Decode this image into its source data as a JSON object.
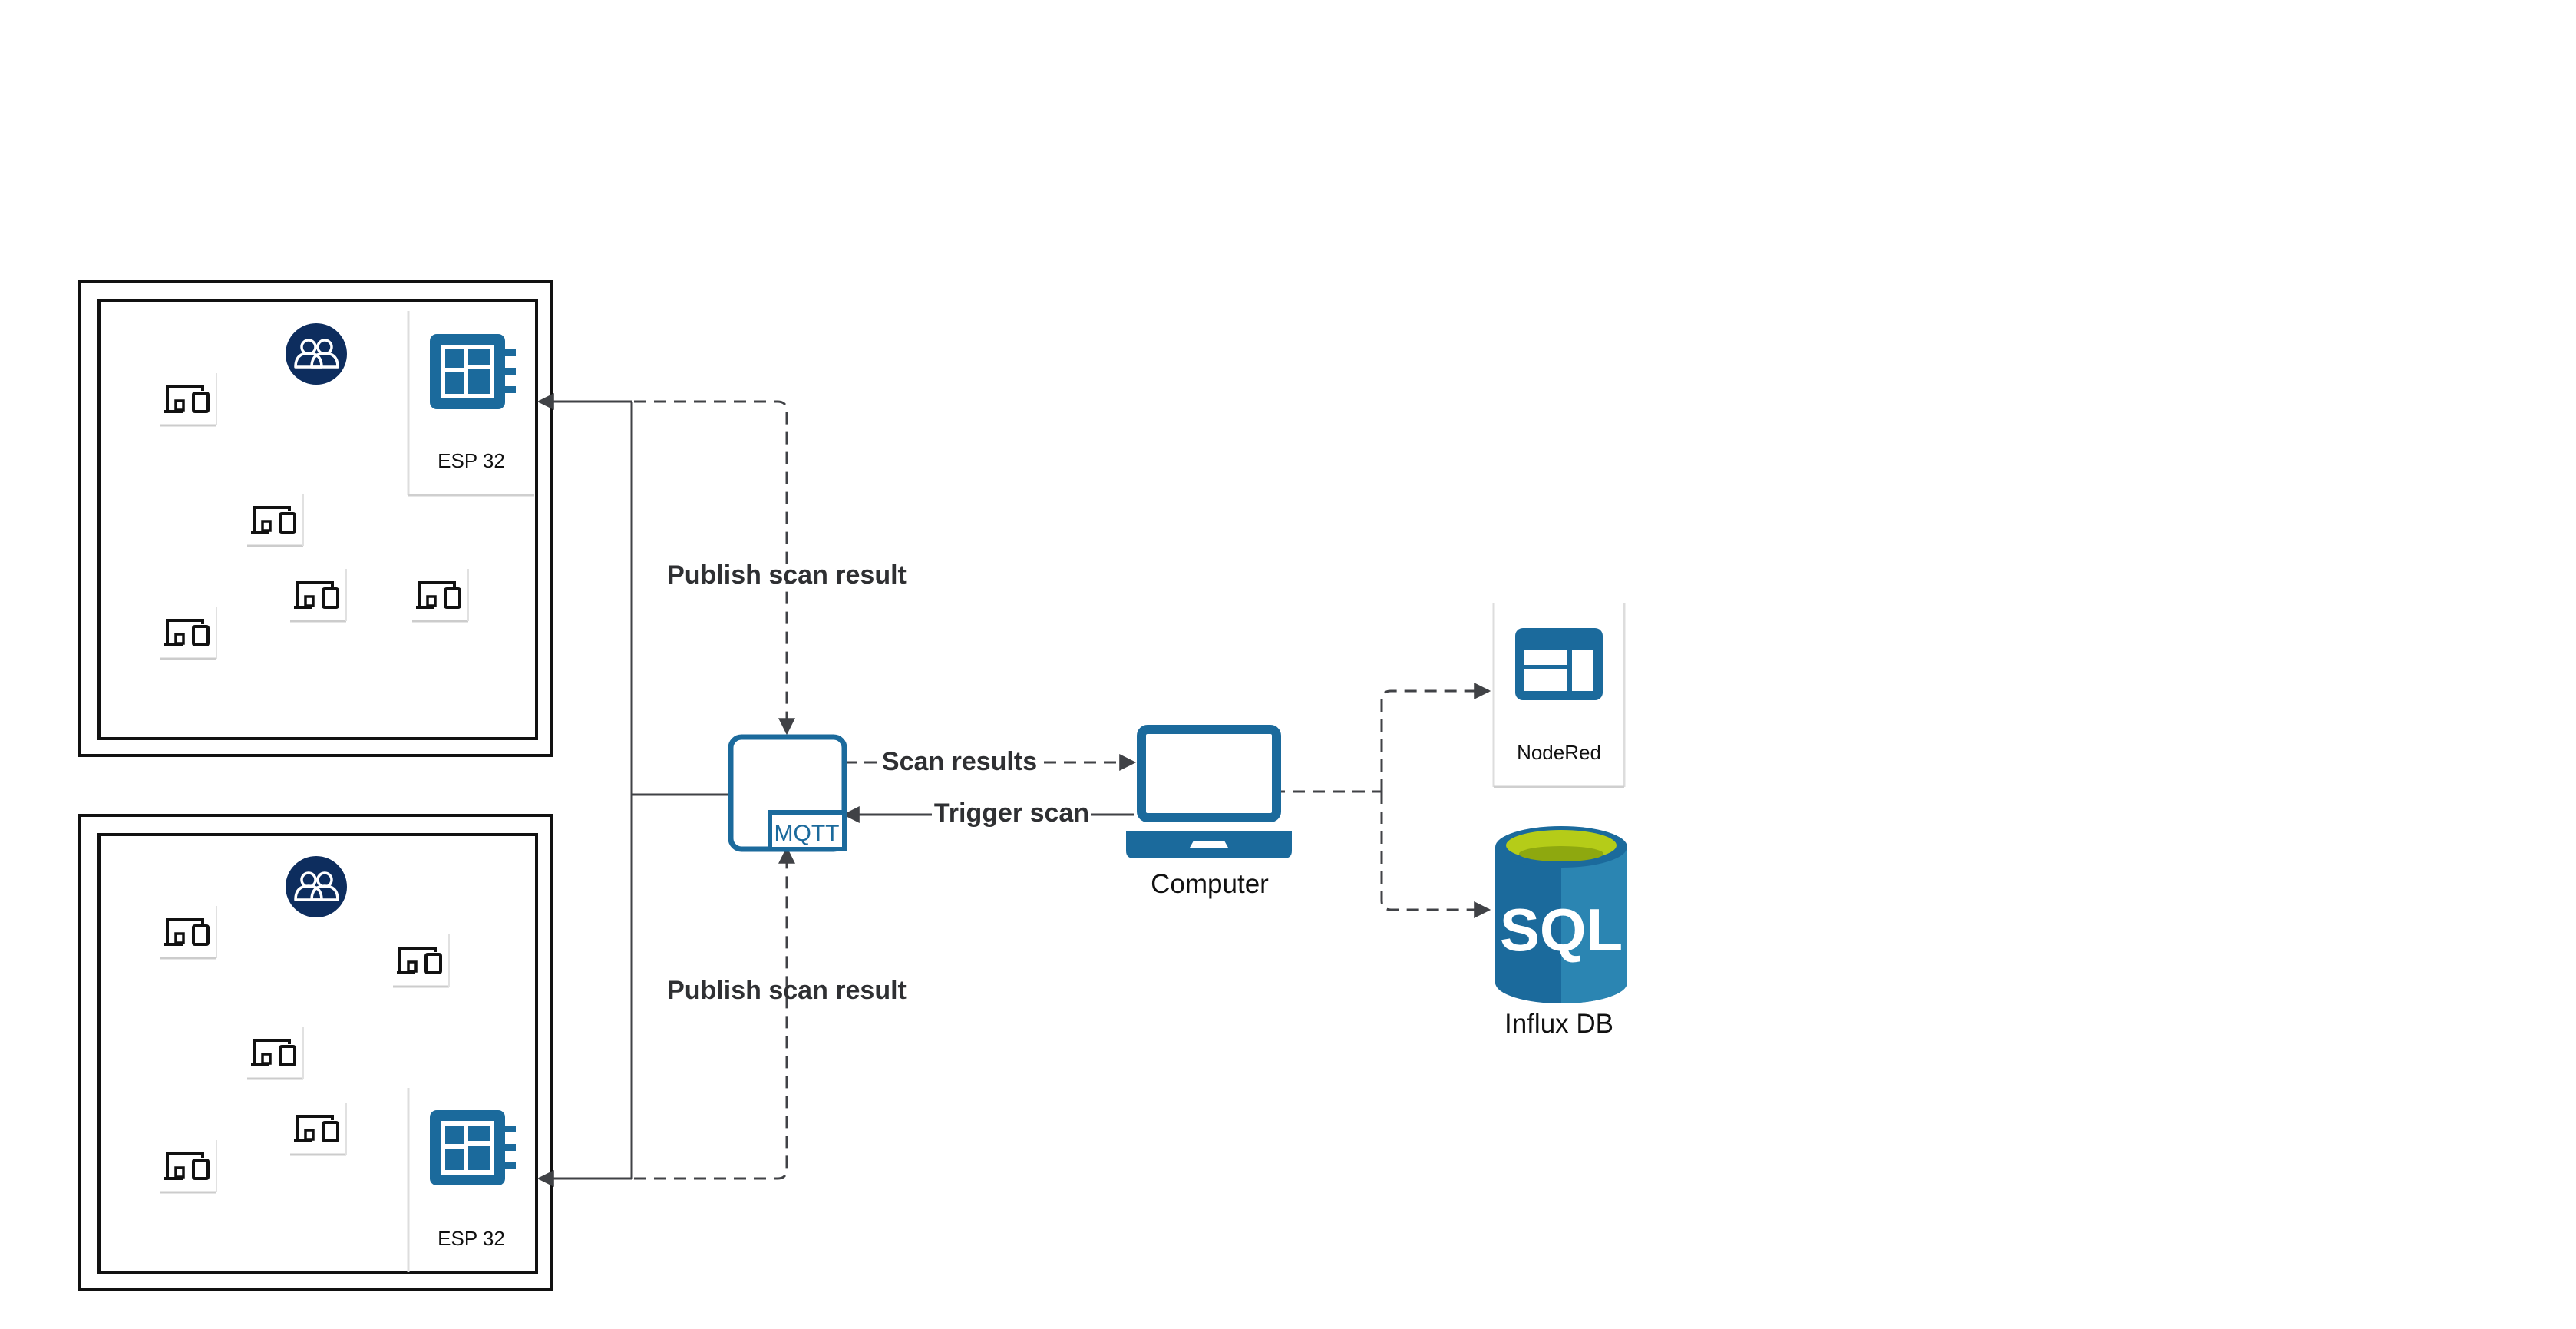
{
  "labels": {
    "publish_top": "Publish scan result",
    "publish_bottom": "Publish scan result",
    "scan_results": "Scan results",
    "trigger_scan": "Trigger scan",
    "computer": "Computer",
    "nodered": "NodeRed",
    "influx": "Influx DB",
    "esp_top": "ESP 32",
    "esp_bottom": "ESP 32",
    "mqtt": "MQTT",
    "sql": "SQL"
  },
  "icons": {
    "device": "devices-icon",
    "group": "group-people-icon",
    "board": "esp32-board-icon",
    "broker": "mqtt-broker-icon",
    "laptop": "laptop-icon",
    "dashboard": "nodered-dashboard-icon",
    "database": "sql-database-icon"
  },
  "colors": {
    "brand_blue": "#1b6a9c",
    "navy": "#0d2d5e",
    "sql_top": "#b5cc18",
    "connector": "#404246"
  }
}
